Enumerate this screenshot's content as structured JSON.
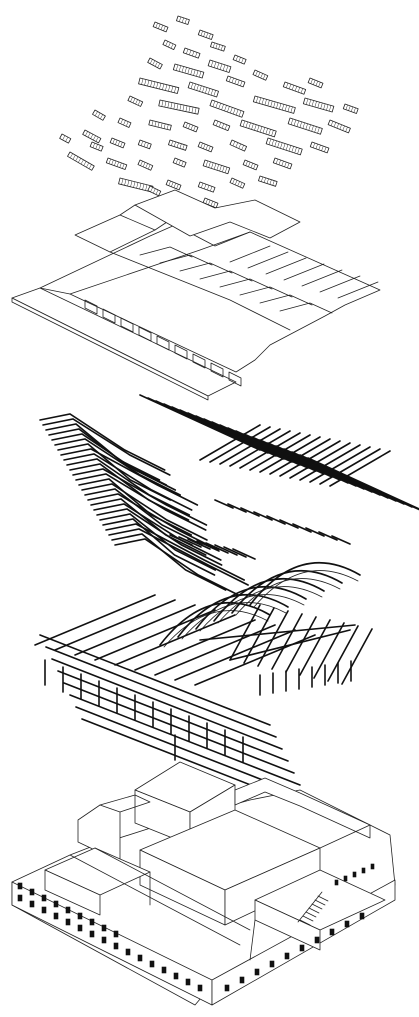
{
  "diagram": {
    "style": "exploded axonometric line drawing",
    "line_color": "#222222",
    "background": "#ffffff",
    "layers": [
      {
        "key": "skylights",
        "description_hidden": true
      },
      {
        "key": "roof-planes"
      },
      {
        "key": "roof-framing"
      },
      {
        "key": "primary-structure"
      },
      {
        "key": "building-base"
      }
    ]
  }
}
